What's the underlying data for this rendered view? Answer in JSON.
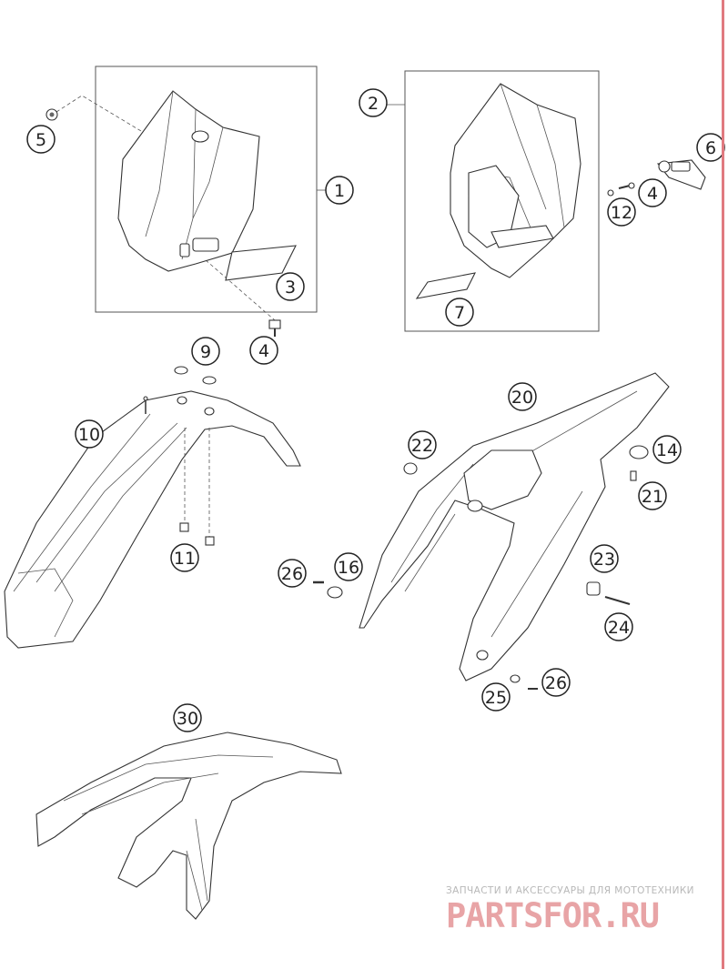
{
  "callouts": [
    {
      "id": "c1",
      "label": "1"
    },
    {
      "id": "c2",
      "label": "2"
    },
    {
      "id": "c3",
      "label": "3"
    },
    {
      "id": "c4a",
      "label": "4"
    },
    {
      "id": "c4b",
      "label": "4"
    },
    {
      "id": "c5",
      "label": "5"
    },
    {
      "id": "c6",
      "label": "6"
    },
    {
      "id": "c7",
      "label": "7"
    },
    {
      "id": "c9",
      "label": "9"
    },
    {
      "id": "c10",
      "label": "10"
    },
    {
      "id": "c11",
      "label": "11"
    },
    {
      "id": "c12",
      "label": "12"
    },
    {
      "id": "c14",
      "label": "14"
    },
    {
      "id": "c16",
      "label": "16"
    },
    {
      "id": "c20",
      "label": "20"
    },
    {
      "id": "c21",
      "label": "21"
    },
    {
      "id": "c22",
      "label": "22"
    },
    {
      "id": "c23",
      "label": "23"
    },
    {
      "id": "c24",
      "label": "24"
    },
    {
      "id": "c25",
      "label": "25"
    },
    {
      "id": "c26a",
      "label": "26"
    },
    {
      "id": "c26b",
      "label": "26"
    },
    {
      "id": "c30",
      "label": "30"
    }
  ],
  "watermark": {
    "tagline": "ЗАПЧАСТИ И АКСЕССУАРЫ ДЛЯ МОТОТЕХНИКИ",
    "logo": "PARTSFOR.RU",
    "color": "#e8a4a6"
  }
}
